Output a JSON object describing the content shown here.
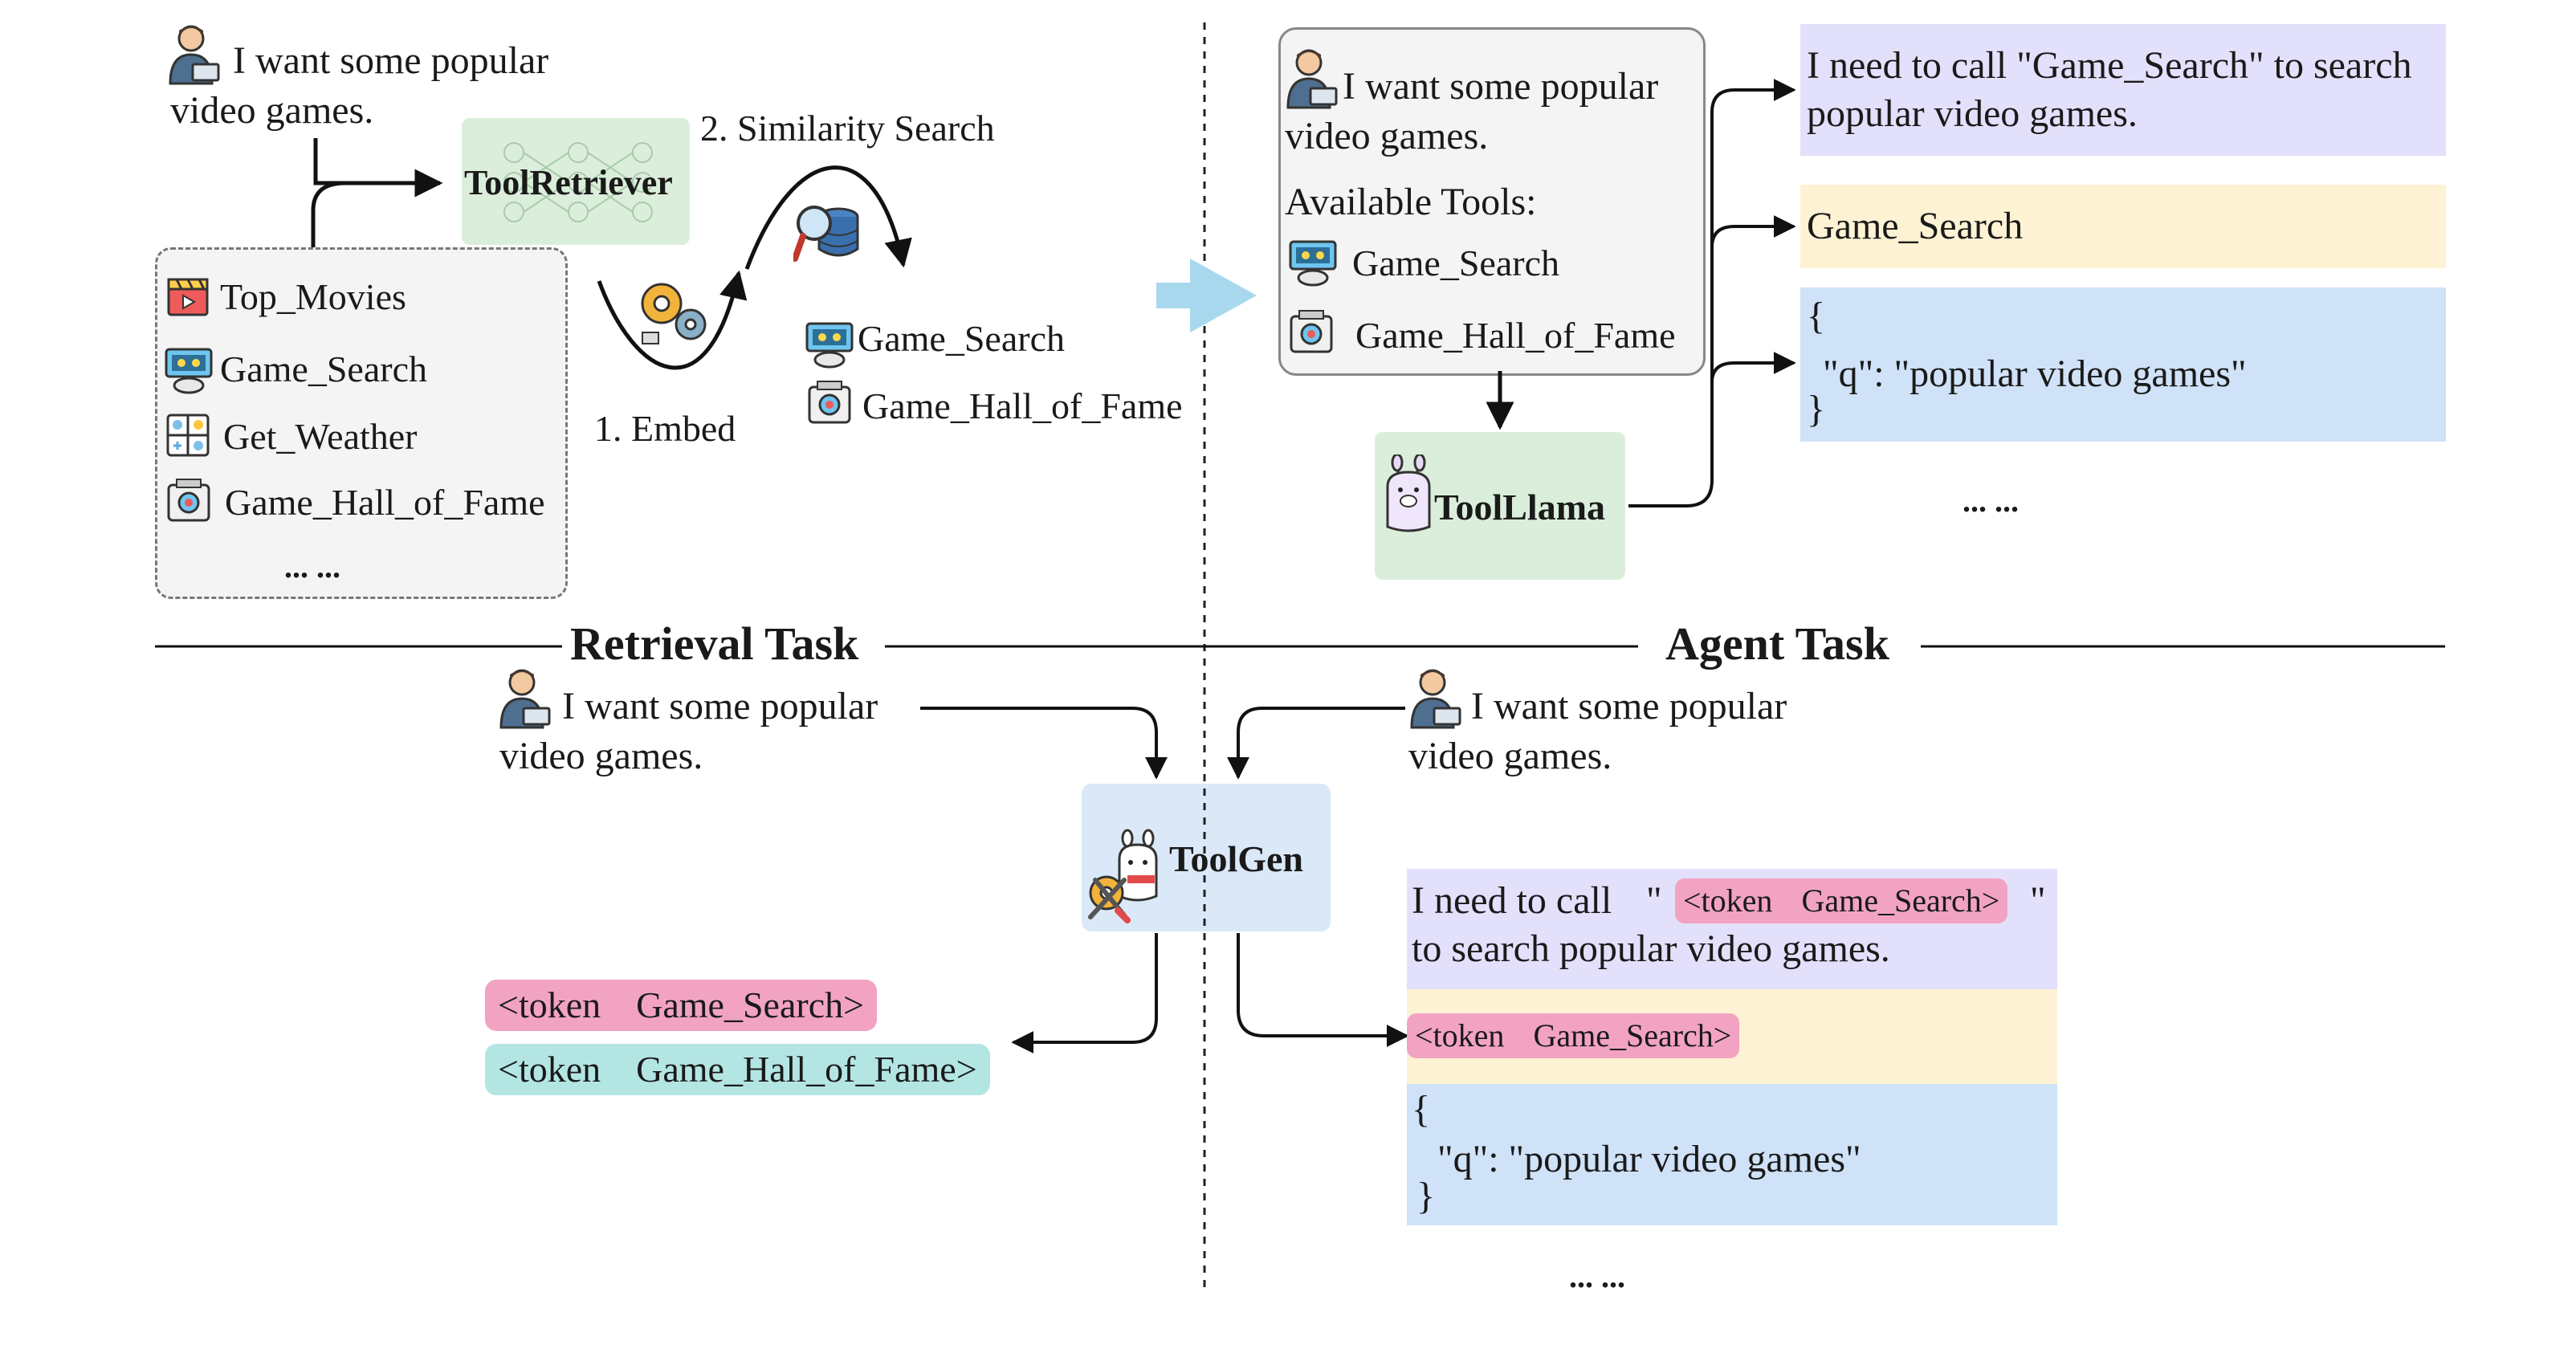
{
  "retrieval_top": {
    "query_line1": "I want some popular",
    "query_line2": "video games.",
    "retriever_label": "ToolRetriever",
    "similarity_label": "2. Similarity Search",
    "embed_label": "1. Embed",
    "tool_list": [
      "Top_Movies",
      "Game_Search",
      "Get_Weather",
      "Game_Hall_of_Fame"
    ],
    "tool_list_ellipsis": "... ...",
    "results": [
      "Game_Search",
      "Game_Hall_of_Fame"
    ]
  },
  "agent_top": {
    "query_line1": "I want some popular",
    "query_line2": "video games.",
    "available_tools_label": "Available Tools:",
    "tools": [
      "Game_Search",
      "Game_Hall_of_Fame"
    ],
    "model_label": "ToolLlama",
    "thought": "I need to call \"Game_Search\" to search popular video games.",
    "action": "Game_Search",
    "args_open": "{",
    "args_body": "\"q\": \"popular video games\"",
    "args_close": "}",
    "ellipsis": "... ..."
  },
  "dividers": {
    "retrieval_task": "Retrieval Task",
    "agent_task": "Agent Task"
  },
  "toolgen": {
    "model_label": "ToolGen",
    "left_query_line1": "I want some popular",
    "left_query_line2": "video games.",
    "right_query_line1": "I want some popular",
    "right_query_line2": "video games.",
    "retrieval_tokens": [
      {
        "prefix": "<token",
        "name": "Game_Search>"
      },
      {
        "prefix": "<token",
        "name": "Game_Hall_of_Fame>"
      }
    ],
    "thought_prefix": "I need to call",
    "thought_token_prefix": "<token",
    "thought_token_name": "Game_Search>",
    "thought_suffix": "to search popular video games.",
    "action_token_prefix": "<token",
    "action_token_name": "Game_Search>",
    "args_open": "{",
    "args_body": "\"q\": \"popular video games\"",
    "args_close": "}",
    "ellipsis": "... ..."
  },
  "colors": {
    "retriever_green": "#dbeedb",
    "list_box_gray": "#f4f4f4",
    "thought_purple": "#e3e0fb",
    "action_yellow": "#fdf3d4",
    "args_blue": "#cfe2f7",
    "token_pink": "#f2a3c2",
    "token_teal": "#b3e5e3",
    "toolgen_blue": "#dbe8f8",
    "arrow_light_blue": "#a8d8ee"
  }
}
